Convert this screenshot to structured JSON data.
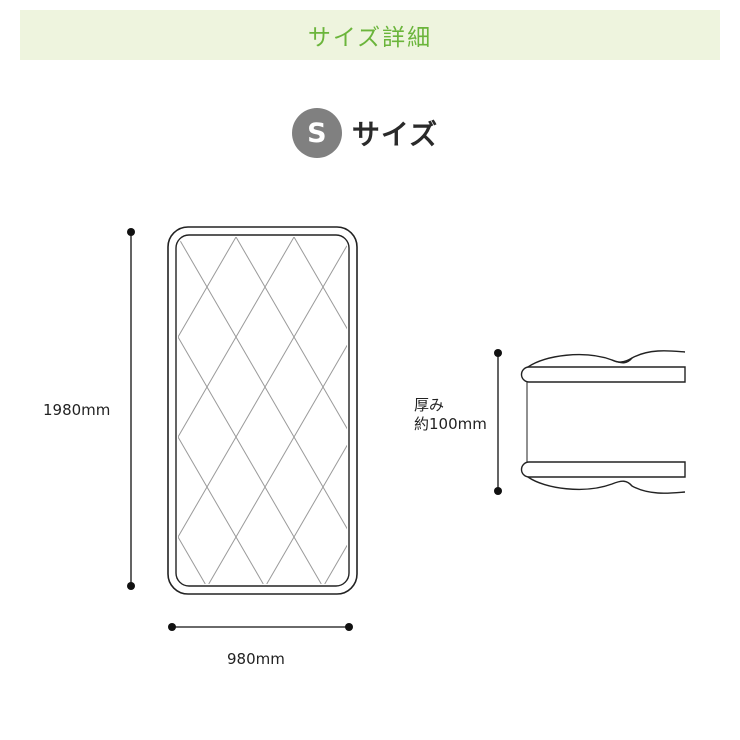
{
  "header": {
    "title": "サイズ詳細"
  },
  "size": {
    "badge": "S",
    "label": "サイズ"
  },
  "dimensions": {
    "length": "1980mm",
    "width": "980mm",
    "thickness_title": "厚み",
    "thickness_value": "約100mm"
  },
  "colors": {
    "header_bg": "#eef4de",
    "header_text": "#6bb53b",
    "badge_bg": "#808080"
  }
}
